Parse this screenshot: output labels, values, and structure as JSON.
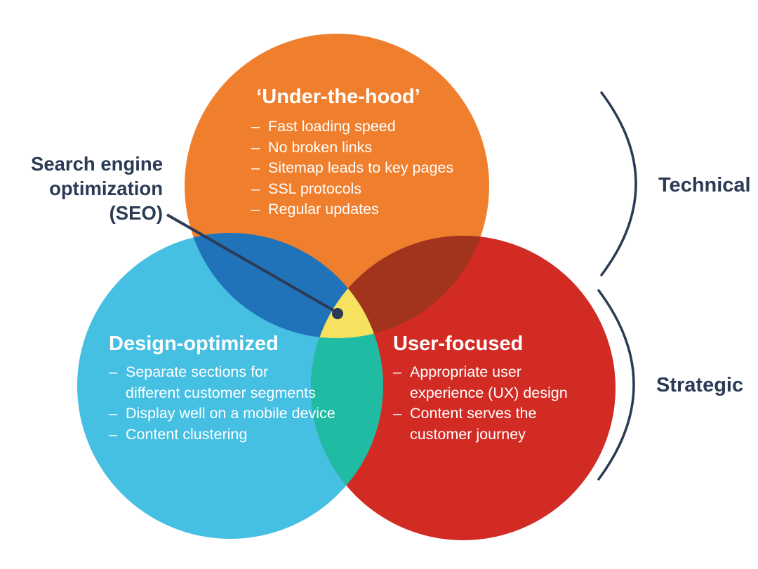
{
  "colors": {
    "orange": "#F07F2D",
    "blue": "#45BFE2",
    "red": "#D22B24",
    "overlap_orange_blue": "#2173B9",
    "overlap_orange_red": "#A2331D",
    "overlap_design_user": "#1FBCA3",
    "center": "#F6E25E",
    "navy": "#2B3B55"
  },
  "bullet_char": "–",
  "seo_label": "Search engine\noptimization\n(SEO)",
  "circles": [
    {
      "id": "under-the-hood",
      "title": "‘Under-the-hood’",
      "items": [
        "Fast loading speed",
        "No broken links",
        "Sitemap leads to key pages",
        "SSL protocols",
        "Regular updates"
      ]
    },
    {
      "id": "design-optimized",
      "title": "Design-optimized",
      "items": [
        "Separate sections for\ndifferent customer segments",
        "Display well on a mobile device",
        "Content clustering"
      ]
    },
    {
      "id": "user-focused",
      "title": "User-focused",
      "items": [
        "Appropriate user\nexperience (UX) design",
        "Content serves the\ncustomer journey"
      ]
    }
  ],
  "right_brackets": [
    {
      "label": "Technical"
    },
    {
      "label": "Strategic"
    }
  ]
}
